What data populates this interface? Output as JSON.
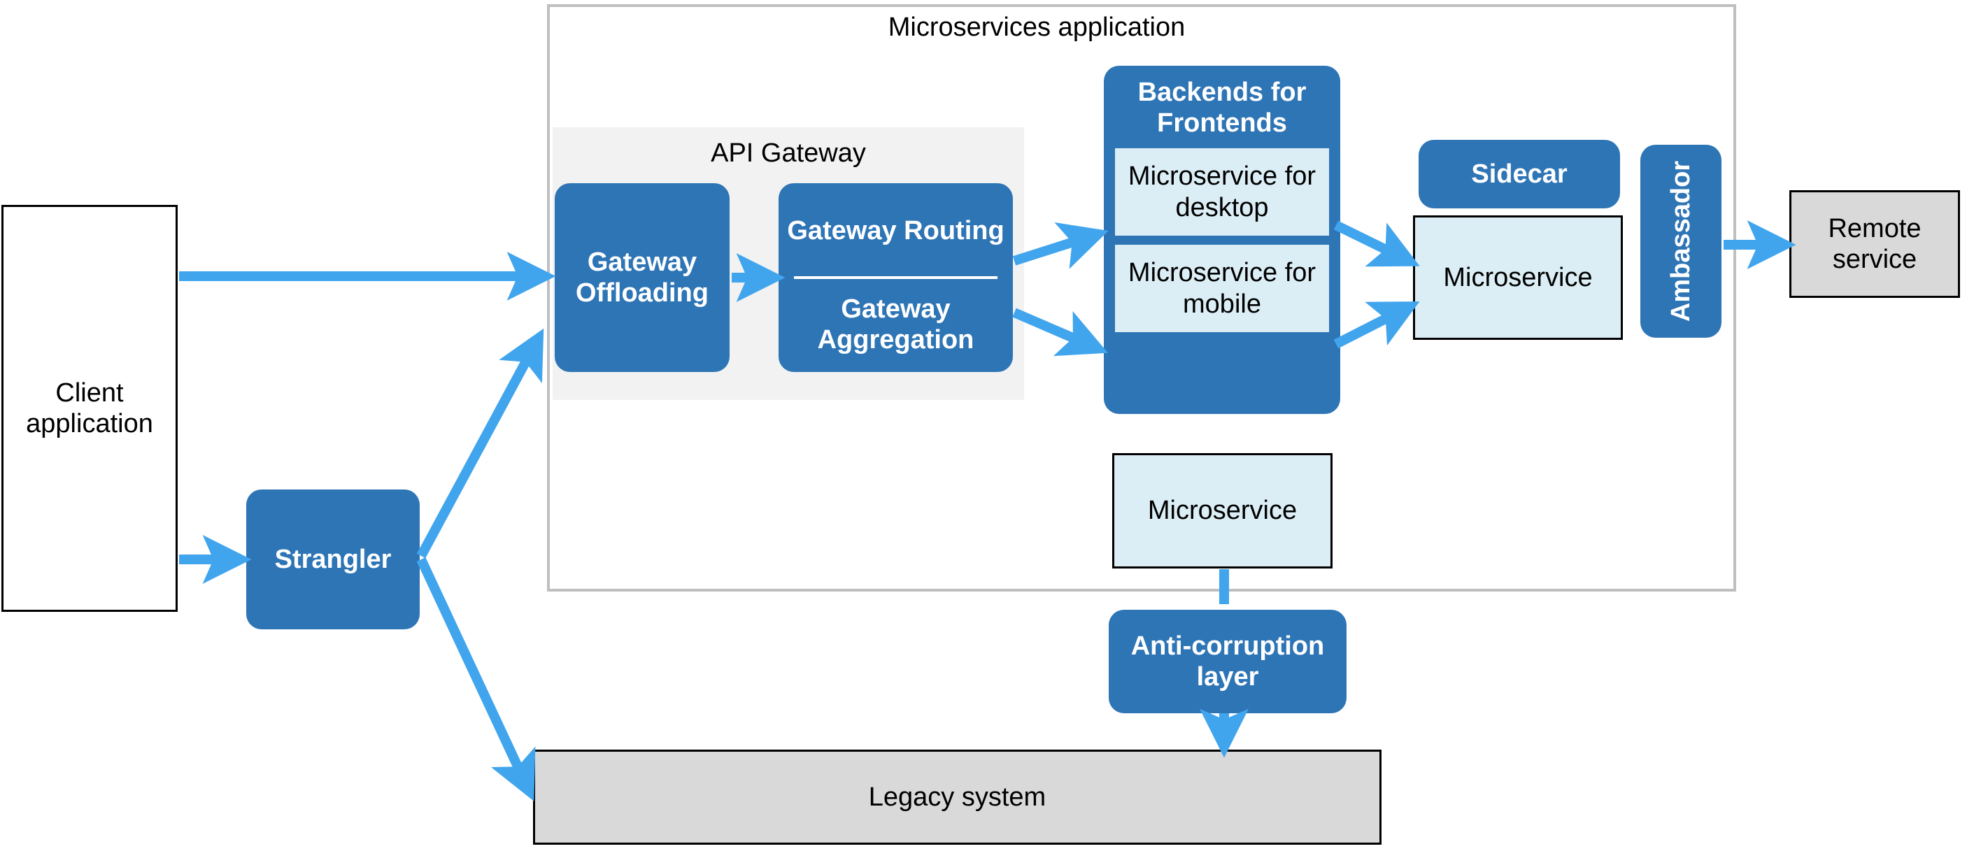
{
  "diagram": {
    "title": "Microservices application",
    "colors": {
      "pattern_blue": "#2e75b6",
      "arrow_blue": "#41a5ee",
      "microservice_fill": "#dceef5",
      "legacy_fill": "#d9d9d9",
      "gateway_group_fill": "#f2f2f2",
      "container_border": "#bfbfbf"
    }
  },
  "external": {
    "client_application": "Client application",
    "strangler": "Strangler",
    "remote_service": "Remote service",
    "legacy_system": "Legacy system",
    "anti_corruption_layer": "Anti-corruption layer"
  },
  "api_gateway": {
    "caption": "API Gateway",
    "gateway_offloading": "Gateway Offloading",
    "gateway_routing": "Gateway Routing",
    "gateway_aggregation": "Gateway Aggregation"
  },
  "backends_for_frontends": {
    "title": "Backends for Frontends",
    "microservice_desktop": "Microservice for desktop",
    "microservice_mobile": "Microservice for mobile"
  },
  "sidecar_group": {
    "sidecar": "Sidecar",
    "microservice": "Microservice",
    "ambassador": "Ambassador"
  },
  "standalone": {
    "microservice": "Microservice"
  }
}
